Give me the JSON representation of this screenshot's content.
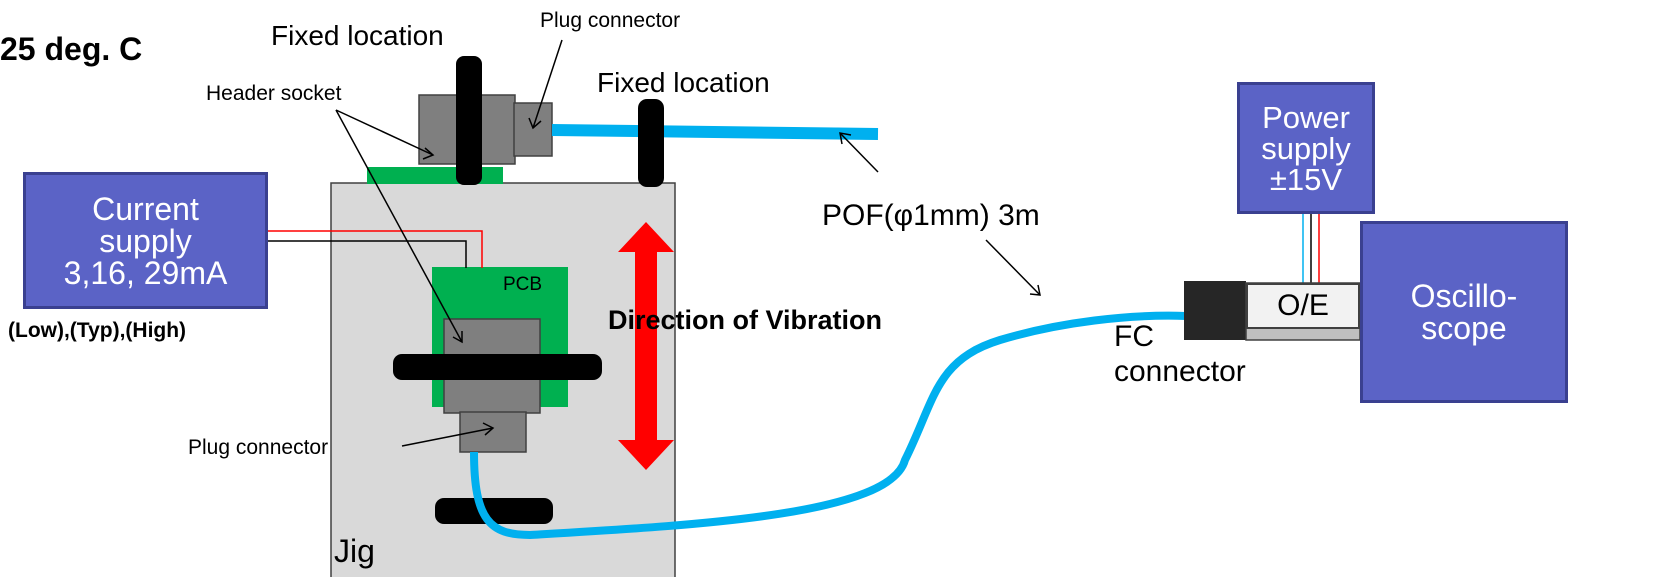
{
  "temperature": "25 deg. C",
  "labels": {
    "fixed_location_1": "Fixed location",
    "fixed_location_2": "Fixed location",
    "plug_connector_top": "Plug connector",
    "header_socket": "Header socket",
    "plug_connector_bottom": "Plug connector",
    "pcb": "PCB",
    "jig": "Jig",
    "direction": "Direction of Vibration",
    "pof": "POF(φ1mm) 3m",
    "fc_line1": "FC",
    "fc_line2": "connector",
    "levels": "(Low),(Typ),(High)"
  },
  "current_supply": {
    "line1": "Current",
    "line2": "supply",
    "line3": "3,16, 29mA"
  },
  "power_supply": {
    "line1": "Power",
    "line2": "supply",
    "line3": "±15V"
  },
  "oe": "O/E",
  "oscilloscope": {
    "line1": "Oscillo-",
    "line2": "scope"
  },
  "colors": {
    "box_fill": "#5b63c6",
    "box_border": "#3a4090",
    "fiber": "#00b0ef",
    "arrow": "#ff0000",
    "pcb": "#00b050",
    "jig": "#d9d9d9",
    "connector": "#7f7f7f",
    "clamp": "#000000"
  }
}
